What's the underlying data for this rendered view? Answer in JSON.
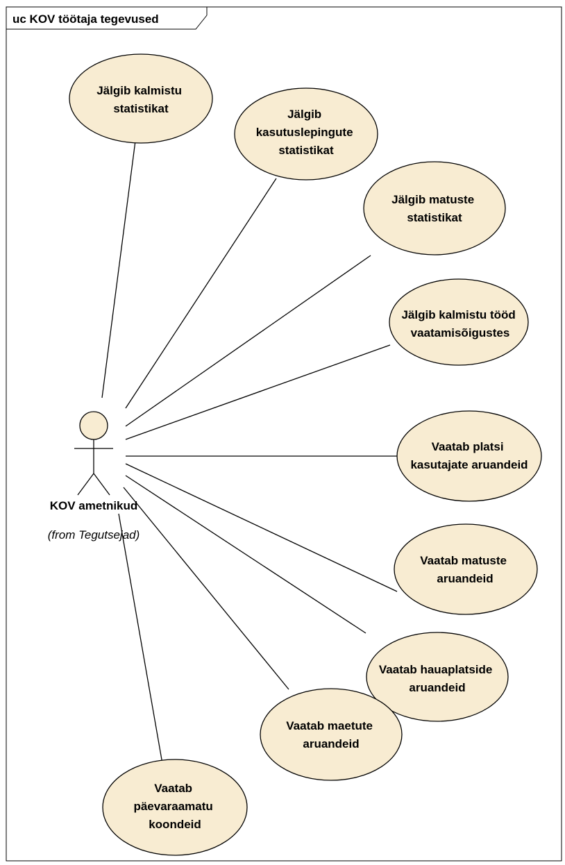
{
  "frame": {
    "title": "uc KOV töötaja tegevused"
  },
  "actor": {
    "name": "KOV ametnikud",
    "from": "(from Tegutsejad)"
  },
  "use_cases": [
    {
      "id": "uc1",
      "lines": [
        "Jälgib kalmistu",
        "statistikat"
      ]
    },
    {
      "id": "uc2",
      "lines": [
        "Jälgib",
        "kasutuslepingute",
        "statistikat"
      ]
    },
    {
      "id": "uc3",
      "lines": [
        "Jälgib matuste",
        "statistikat"
      ]
    },
    {
      "id": "uc4",
      "lines": [
        "Jälgib kalmistu tööd",
        "vaatamisõigustes"
      ]
    },
    {
      "id": "uc5",
      "lines": [
        "Vaatab platsi",
        "kasutajate aruandeid"
      ]
    },
    {
      "id": "uc6",
      "lines": [
        "Vaatab matuste",
        "aruandeid"
      ]
    },
    {
      "id": "uc7",
      "lines": [
        "Vaatab hauaplatside",
        "aruandeid"
      ]
    },
    {
      "id": "uc8",
      "lines": [
        "Vaatab maetute",
        "aruandeid"
      ]
    },
    {
      "id": "uc9",
      "lines": [
        "Vaatab",
        "päevaraamatu",
        "koondeid"
      ]
    }
  ],
  "colors": {
    "usecase_fill": "#f8ecd2",
    "stroke": "#000000",
    "background": "#ffffff"
  }
}
